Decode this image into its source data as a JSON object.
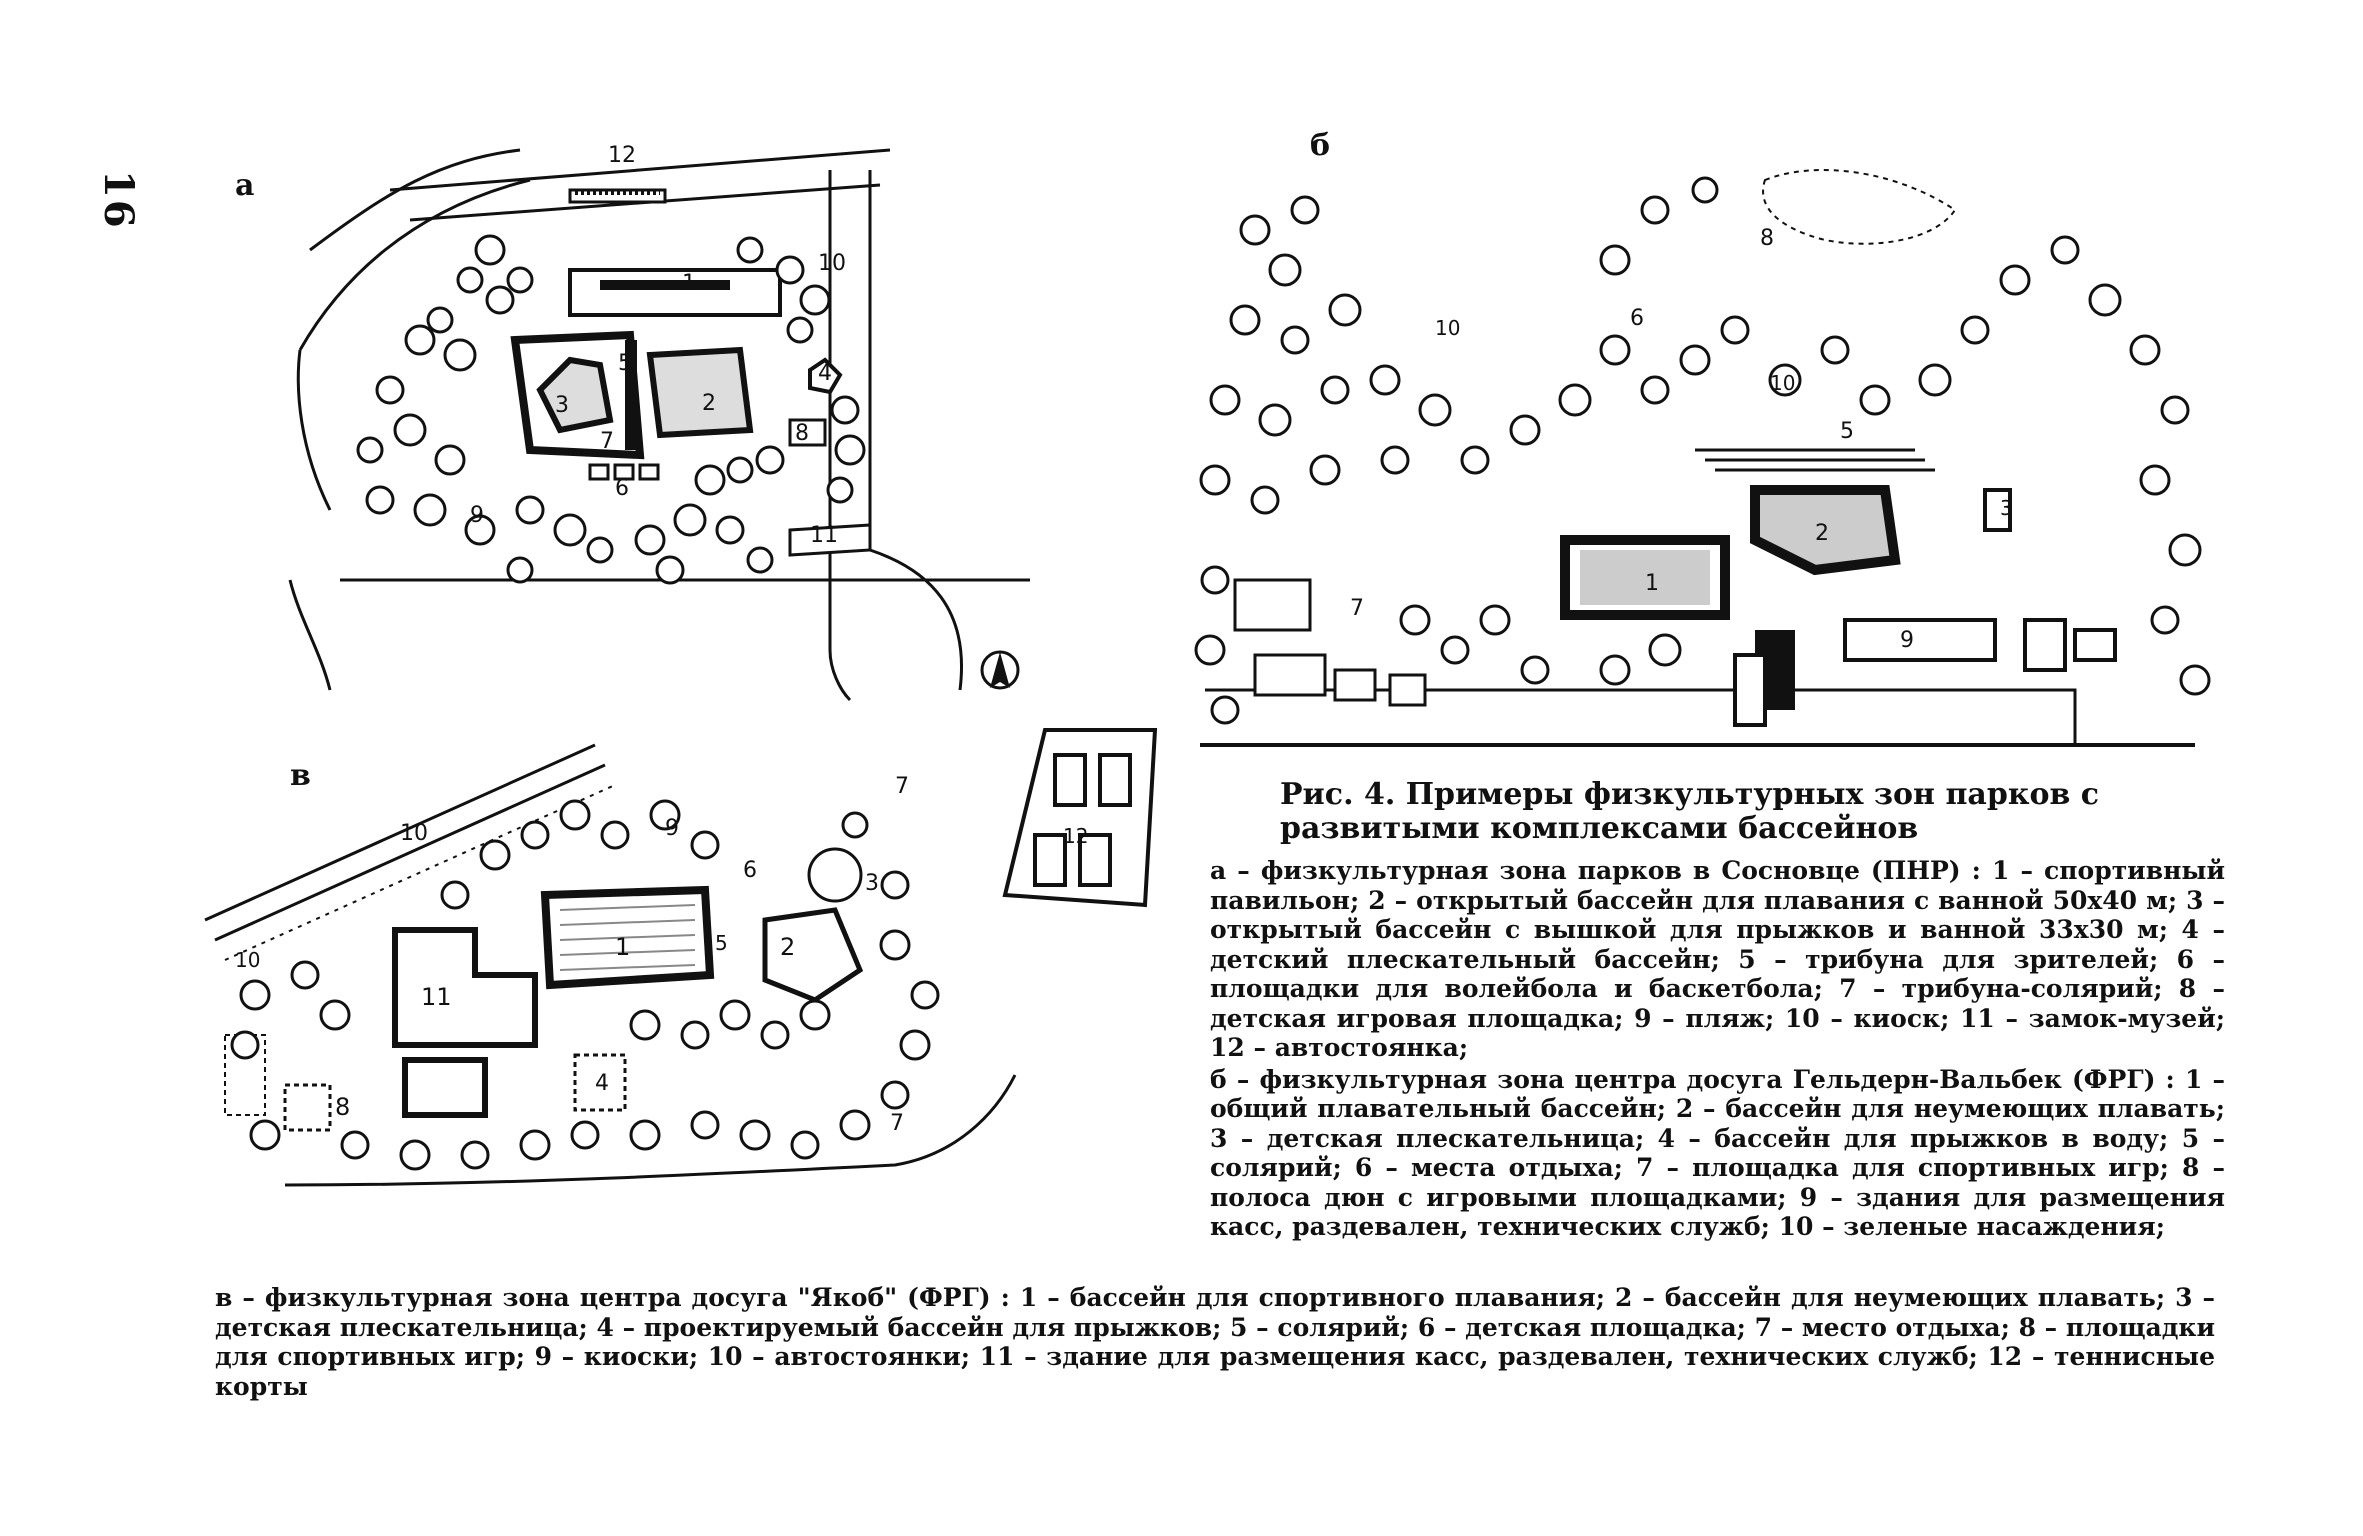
{
  "page_number": "16",
  "plans": {
    "a": {
      "letter": "а",
      "labels": [
        "12",
        "1",
        "10",
        "4",
        "5",
        "3",
        "2",
        "7",
        "8",
        "6",
        "9",
        "11"
      ]
    },
    "b": {
      "letter": "б",
      "labels": [
        "8",
        "6",
        "10",
        "10",
        "5",
        "3",
        "2",
        "1",
        "7",
        "9"
      ]
    },
    "v": {
      "letter": "в",
      "labels": [
        "10",
        "9",
        "6",
        "7",
        "12",
        "3",
        "10",
        "5",
        "1",
        "2",
        "11",
        "4",
        "8",
        "7"
      ]
    }
  },
  "caption": {
    "title": "Рис. 4. Примеры физкультурных зон парков с развитыми комплексами бассейнов",
    "item_a": "а – физкультурная зона парков в Сосновце (ПНР) : 1 – спортивный павильон; 2 – открытый бассейн для плавания с ванной 50x40 м; 3 – открытый бассейн с вышкой для прыжков и ванной 33x30 м; 4 – детский плескательный бассейн; 5 – трибуна для зрителей; 6 – площадки для волейбола и баскетбола; 7 – трибуна-солярий; 8 – детская игровая площадка; 9 – пляж; 10 – киоск; 11 – замок-музей; 12 – автостоянка;",
    "item_b": "б – физкультурная зона центра досуга Гельдерн-Вальбек (ФРГ) : 1 – общий плавательный бассейн; 2 – бассейн для неумеющих плавать; 3 – детская плескательница; 4 – бассейн для прыжков в воду; 5 – солярий; 6 – места отдыха; 7 – площадка для спортивных игр; 8 – полоса дюн с игровыми площадками; 9 – здания для размещения касс, раздевален, технических служб; 10 – зеленые насаждения;",
    "item_v": "в – физкультурная зона центра досуга \"Якоб\" (ФРГ) : 1 – бассейн для спортивного плавания; 2 – бассейн для неумеющих плавать; 3 – детская плескательница; 4 – проектируемый бассейн для прыжков; 5 – солярий; 6 – детская площадка; 7 – место отдыха; 8 – площадки для спортивных игр; 9 – киоски; 10 – автостоянки; 11 – здание для размещения касс, раздевален, технических служб; 12 – теннисные корты"
  }
}
